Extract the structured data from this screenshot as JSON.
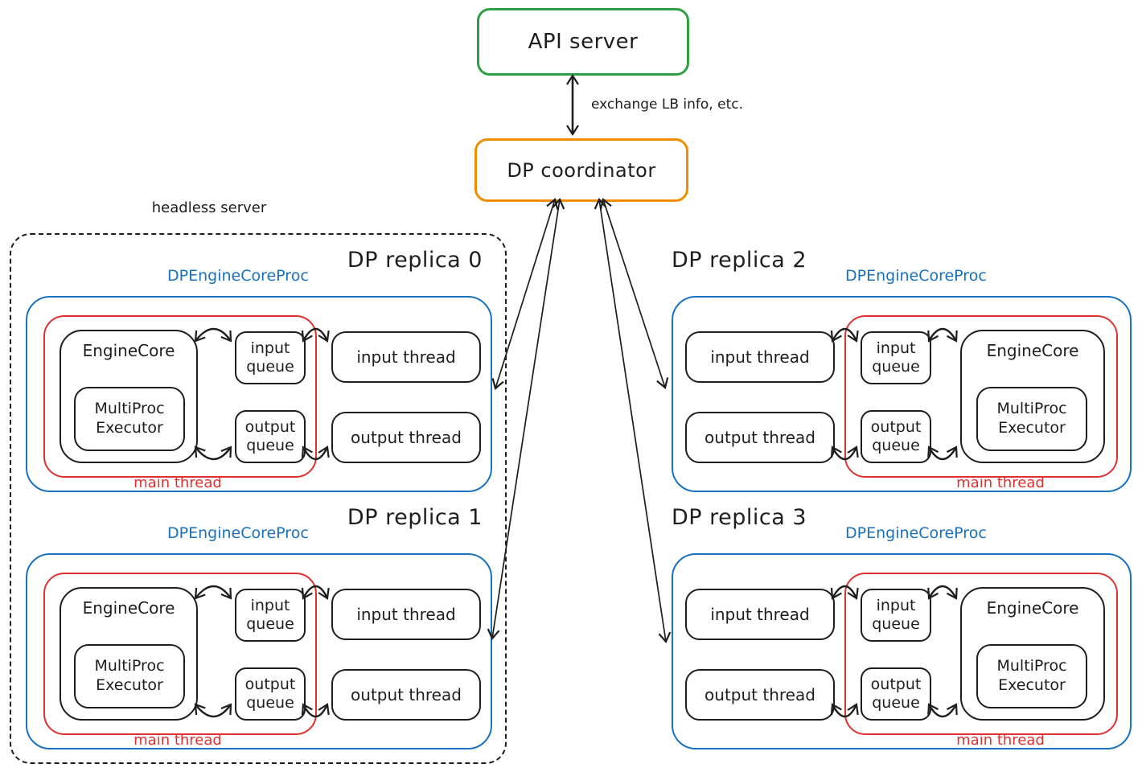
{
  "colors": {
    "green": "#2f9e44",
    "orange": "#f08c00",
    "blue": "#1971c2",
    "red": "#e03131",
    "ink": "#1e1e1e"
  },
  "api_server": {
    "label": "API server"
  },
  "coordinator": {
    "label": "DP coordinator"
  },
  "exchange_label": "exchange LB info, etc.",
  "headless_server": {
    "label": "headless server"
  },
  "replicas": [
    {
      "title": "DP replica 0",
      "proc": "DPEngineCoreProc",
      "engine_core": "EngineCore",
      "executor": "MultiProc Executor",
      "input_queue": "input queue",
      "output_queue": "output queue",
      "input_thread": "input thread",
      "output_thread": "output thread",
      "main_thread": "main thread"
    },
    {
      "title": "DP replica 1",
      "proc": "DPEngineCoreProc",
      "engine_core": "EngineCore",
      "executor": "MultiProc Executor",
      "input_queue": "input queue",
      "output_queue": "output queue",
      "input_thread": "input thread",
      "output_thread": "output thread",
      "main_thread": "main thread"
    },
    {
      "title": "DP replica 2",
      "proc": "DPEngineCoreProc",
      "engine_core": "EngineCore",
      "executor": "MultiProc Executor",
      "input_queue": "input queue",
      "output_queue": "output queue",
      "input_thread": "input thread",
      "output_thread": "output thread",
      "main_thread": "main thread"
    },
    {
      "title": "DP replica 3",
      "proc": "DPEngineCoreProc",
      "engine_core": "EngineCore",
      "executor": "MultiProc Executor",
      "input_queue": "input queue",
      "output_queue": "output queue",
      "input_thread": "input thread",
      "output_thread": "output thread",
      "main_thread": "main thread"
    }
  ]
}
